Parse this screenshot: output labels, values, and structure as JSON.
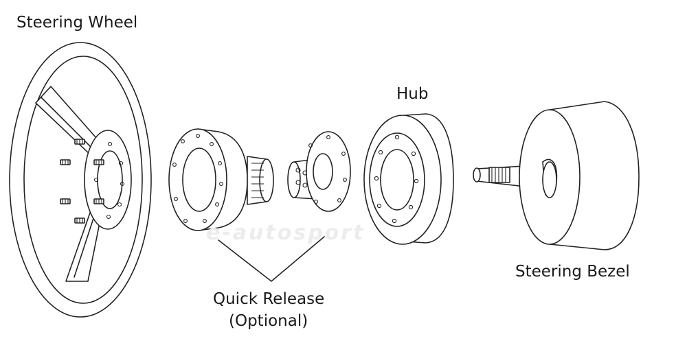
{
  "labels": {
    "steering_wheel": "Steering Wheel",
    "hub": "Hub",
    "quick_release_line1": "Quick Release",
    "quick_release_line2": "(Optional)",
    "steering_bezel": "Steering Bezel"
  },
  "watermark": {
    "text": "e-autosport"
  },
  "colors": {
    "line": "#222222",
    "background": "#ffffff",
    "watermark": "#ececec"
  }
}
